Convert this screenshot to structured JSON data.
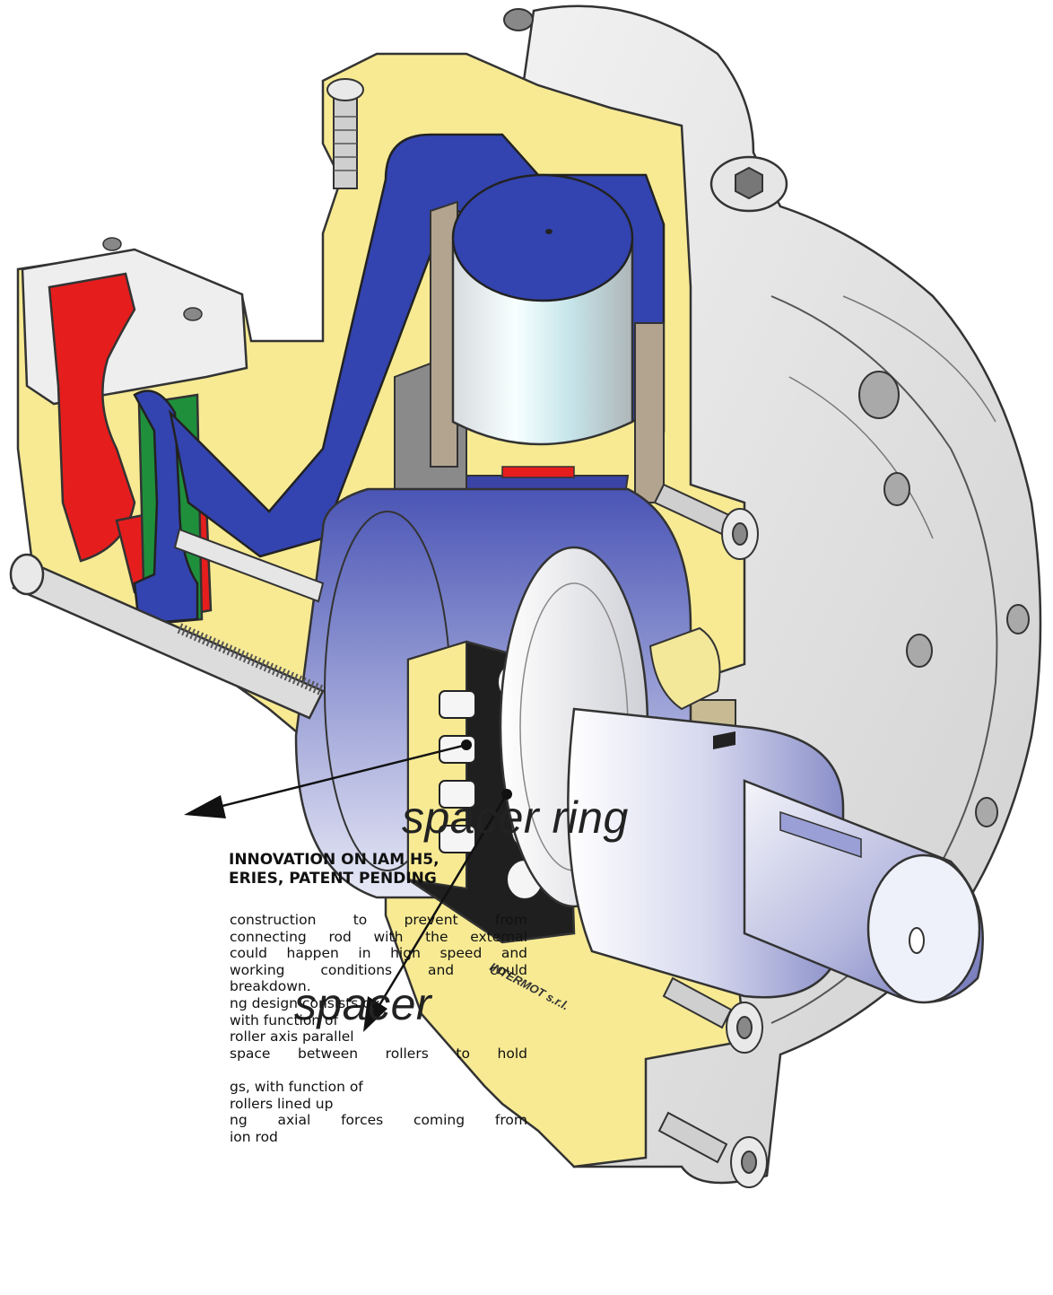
{
  "labels": {
    "spacer_ring": "spacer ring",
    "spacer": "spacer"
  },
  "brand_text": "INTERMOT s.r.l.",
  "heading": {
    "line1": "INNOVATION ON IAM H5,",
    "line2": "ERIES, PATENT PENDING"
  },
  "body_lines": [
    "construction to prevent from",
    "connecting rod with the external",
    "could happen in high speed and",
    "working conditions and could",
    "breakdown.",
    "ng design consists of:",
    "with function of",
    "roller axis parallel",
    "space between rollers to hold",
    "",
    "gs, with function of",
    "rollers lined up",
    "ng axial forces coming from",
    "ion rod"
  ],
  "colors": {
    "housing_yellow": "#f7ea93",
    "oil_channel_blue": "#3344b0",
    "valve_red": "#e61d1d",
    "seal_green": "#1f8f3c",
    "metal_grey": "#d9d9d9",
    "bearing_black": "#1f1f1f",
    "shaft_blue": "#8f94cf",
    "gasket_tan": "#b3a48f",
    "piston_cyan": "#cfe5ea"
  }
}
